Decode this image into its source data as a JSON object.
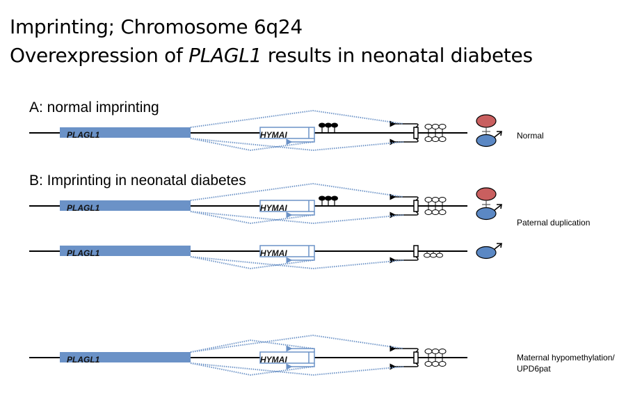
{
  "title": {
    "line1": "Imprinting; Chromosome 6q24",
    "line2_prefix": "Overexpression of ",
    "line2_gene": "PLAGL1",
    "line2_suffix": " results in neonatal diabetes"
  },
  "sections": [
    {
      "id": "A",
      "label": "A: normal imprinting"
    },
    {
      "id": "B",
      "label": "B:  Imprinting in neonatal diabetes"
    }
  ],
  "genes": {
    "gene1": "PLAGL1",
    "gene2": "HYMAI"
  },
  "rows": [
    {
      "id": "normal",
      "label": "Normal",
      "methylation": "methylated-lollipops",
      "parents": [
        "maternal",
        "paternal"
      ]
    },
    {
      "id": "paternal-dup-1",
      "label": "Paternal duplication",
      "methylation": "methylated-lollipops",
      "parents": [
        "maternal",
        "paternal"
      ]
    },
    {
      "id": "paternal-dup-2",
      "label": "",
      "methylation": "unmethylated-small",
      "parents": [
        "paternal"
      ]
    },
    {
      "id": "maternal-hypo",
      "label_line1": "Maternal hypomethylation/",
      "label_line2": "UPD6pat",
      "methylation": "none",
      "parents": []
    }
  ],
  "colors": {
    "gene_blue": "#6b92c7",
    "maternal_red": "#c95f5f",
    "paternal_blue": "#5b88c4",
    "transcript_dots": "#6f95c8"
  }
}
